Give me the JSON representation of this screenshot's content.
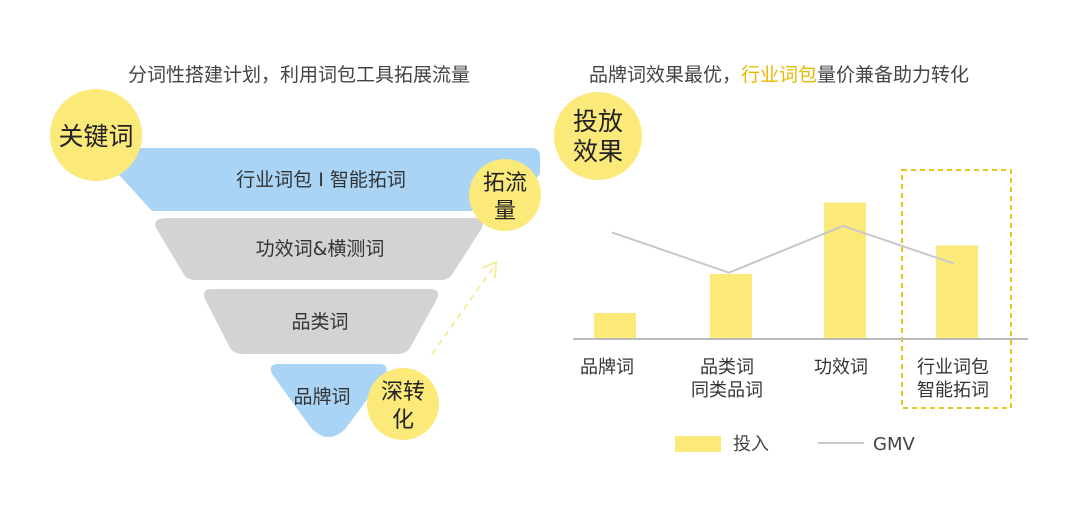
{
  "left": {
    "title": "分词性搭建计划，利用词包工具拓展流量",
    "badge_keywords": "关键词",
    "badge_expand": [
      "拓流",
      "量"
    ],
    "badge_deep": [
      "深转",
      "化"
    ],
    "funnel_levels": [
      {
        "label": "行业词包 I 智能拓词",
        "color": "#a9d4f5"
      },
      {
        "label": "功效词&横测词",
        "color": "#d3d3d5"
      },
      {
        "label": "品类词",
        "color": "#d3d3d5"
      },
      {
        "label": "品牌词",
        "color": "#a9d4f5"
      }
    ],
    "badge_color": "#fbe97a"
  },
  "right": {
    "title_before": "品牌词效果最优，",
    "title_highlight": "行业词包",
    "title_after": "量价兼备助力转化",
    "badge_effect": [
      "投放",
      "效果"
    ],
    "legend_bar": "投入",
    "legend_line": "GMV"
  },
  "chart_data": {
    "type": "bar",
    "categories": [
      [
        "品牌词"
      ],
      [
        "品类词",
        "同类品词"
      ],
      [
        "功效词"
      ],
      [
        "行业词包",
        "智能拓词"
      ]
    ],
    "series": [
      {
        "name": "投入",
        "type": "bar",
        "values": [
          2,
          5,
          10.5,
          7.2
        ],
        "color": "#fbe97a"
      },
      {
        "name": "GMV",
        "type": "line",
        "values": [
          8.2,
          5.1,
          8.7,
          5.8
        ],
        "color": "#c8c8c8"
      }
    ],
    "highlight_category": 3,
    "highlight_color": "#e3c619"
  }
}
